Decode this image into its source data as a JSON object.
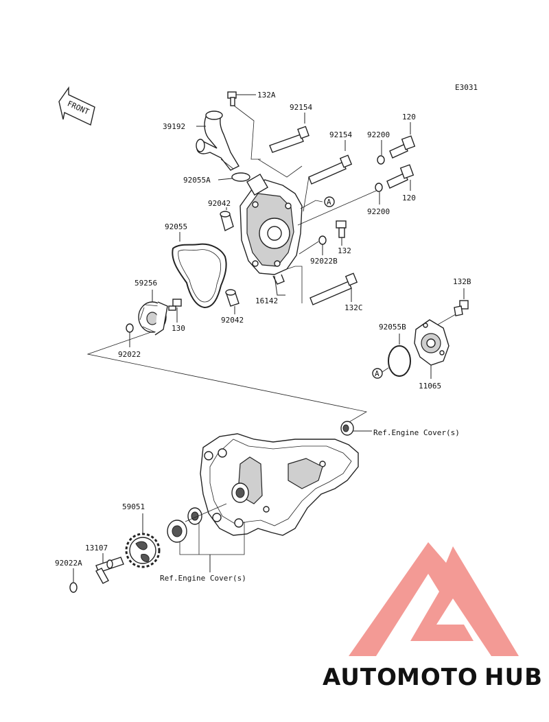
{
  "diagram_code": "E3031",
  "front_arrow_label": "FRONT",
  "callout_a": "A",
  "ref_label": "Ref.Engine Cover(s)",
  "parts": {
    "p132A": "132A",
    "p39192": "39192",
    "p92154_top": "92154",
    "p92154_mid": "92154",
    "p92200_top": "92200",
    "p120_top": "120",
    "p120_bot": "120",
    "p92055A": "92055A",
    "p92042_top": "92042",
    "p92200_bot": "92200",
    "p92055": "92055",
    "p132": "132",
    "p92022B": "92022B",
    "p59256": "59256",
    "p16142": "16142",
    "p132C": "132C",
    "p132B": "132B",
    "p130": "130",
    "p92042_bot": "92042",
    "p92055B": "92055B",
    "p92022": "92022",
    "p11065": "11065",
    "p59051": "59051",
    "p13107": "13107",
    "p92022A": "92022A"
  },
  "watermark": {
    "part1": "AUTO",
    "part2": "MOTO",
    "part3": "HUB",
    "color1": "#f6b77a",
    "color2": "#f1968f",
    "color3": "#8a8a8a"
  }
}
